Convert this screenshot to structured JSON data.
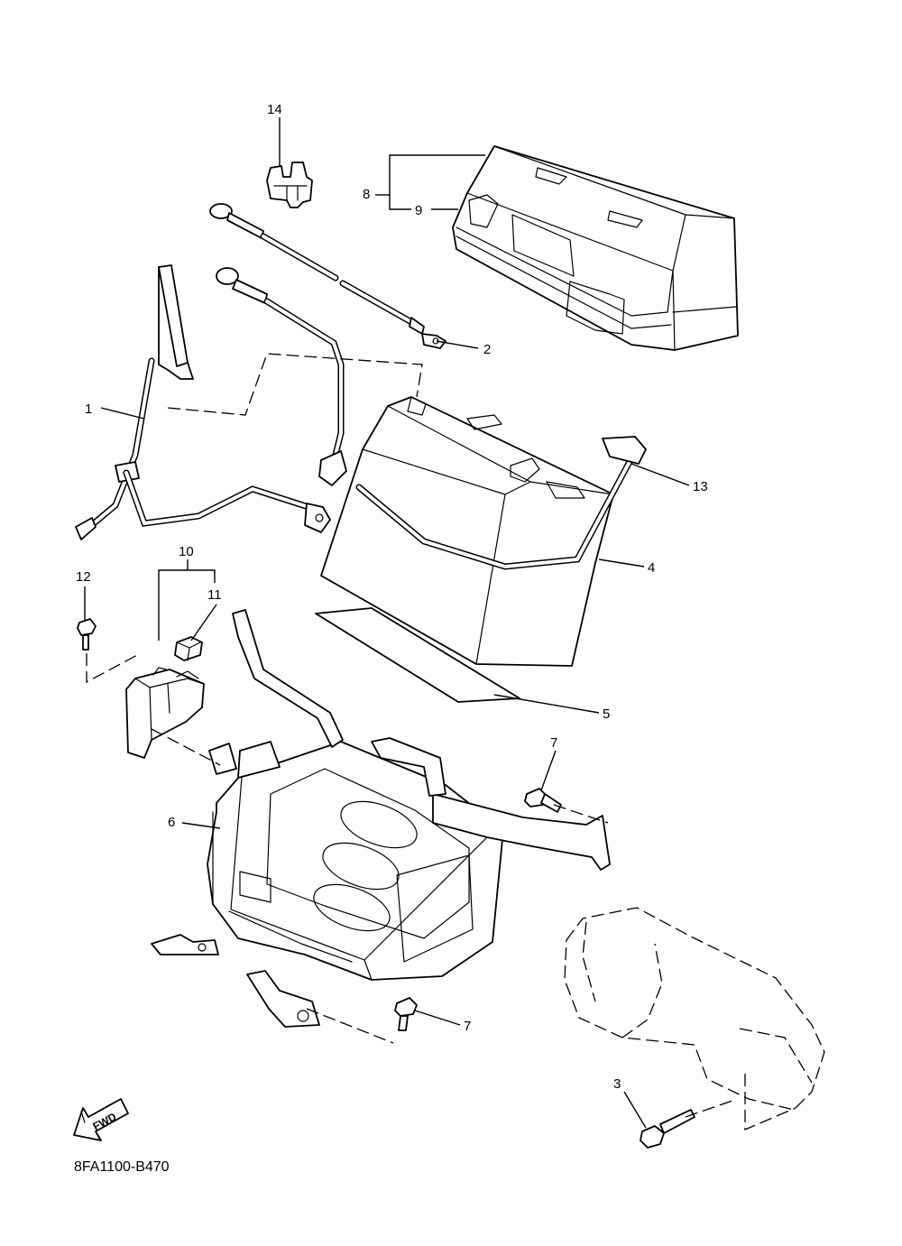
{
  "diagram": {
    "code": "8FA1100-B470",
    "direction_label": "FWD",
    "callouts": [
      {
        "id": "c1",
        "label": "1"
      },
      {
        "id": "c2",
        "label": "2"
      },
      {
        "id": "c3",
        "label": "3"
      },
      {
        "id": "c4",
        "label": "4"
      },
      {
        "id": "c5",
        "label": "5"
      },
      {
        "id": "c6",
        "label": "6"
      },
      {
        "id": "c7a",
        "label": "7"
      },
      {
        "id": "c7b",
        "label": "7"
      },
      {
        "id": "c8",
        "label": "8"
      },
      {
        "id": "c9",
        "label": "9"
      },
      {
        "id": "c10",
        "label": "10"
      },
      {
        "id": "c11",
        "label": "11"
      },
      {
        "id": "c12",
        "label": "12"
      },
      {
        "id": "c13",
        "label": "13"
      },
      {
        "id": "c14",
        "label": "14"
      }
    ]
  }
}
